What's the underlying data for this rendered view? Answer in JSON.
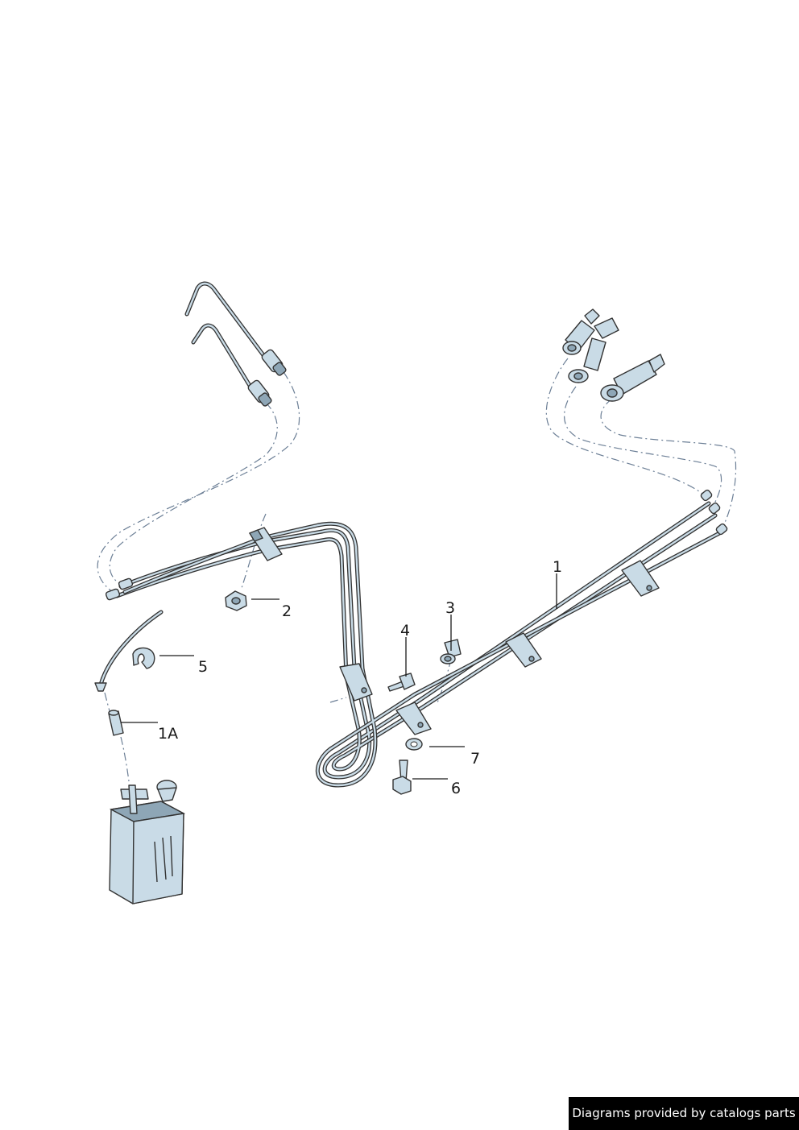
{
  "callouts": {
    "c1": "1",
    "c1a": "1A",
    "c2": "2",
    "c3": "3",
    "c4": "4",
    "c5": "5",
    "c6": "6",
    "c7": "7"
  },
  "footer": {
    "text": "Diagrams provided by catalogs parts"
  }
}
